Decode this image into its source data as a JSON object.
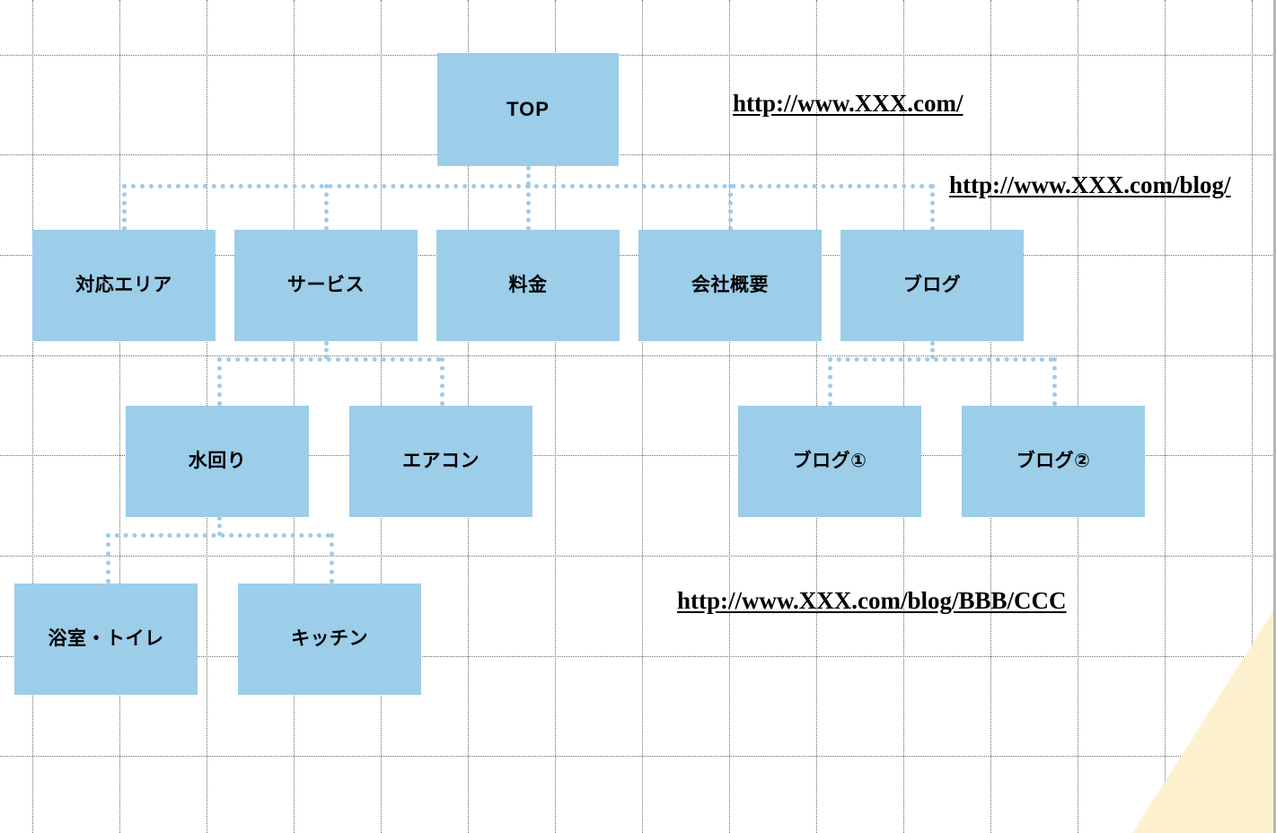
{
  "diagram": {
    "title": "website-sitemap",
    "background_color": "#ffffff",
    "node_fill_color": "#9ccde9",
    "connector_color": "#9ecbe9",
    "grid_dot_color": "#6b6b6b",
    "corner_wedge_color": "#fdf0cf",
    "edge_rule_color": "#b6b6b6"
  },
  "nodes": {
    "top": "TOP",
    "area": "対応エリア",
    "service": "サービス",
    "price": "料金",
    "company": "会社概要",
    "blog": "ブログ",
    "water": "水回り",
    "aircon": "エアコン",
    "blog1": "ブログ①",
    "blog2": "ブログ②",
    "bath_toilet": "浴室・トイレ",
    "kitchen": "キッチン"
  },
  "urls": {
    "root": "http://www.XXX.com/",
    "blog_index": "http://www.XXX.com/blog/",
    "blog_article": "http://www.XXX.com/blog/BBB/CCC"
  },
  "grid": {
    "vertical_x": [
      36,
      133,
      230,
      327,
      424,
      521,
      618,
      715,
      812,
      909,
      1006,
      1103,
      1200,
      1297,
      1394
    ],
    "horizontal_y": [
      61,
      172,
      284,
      396,
      507,
      619,
      731,
      842
    ]
  }
}
